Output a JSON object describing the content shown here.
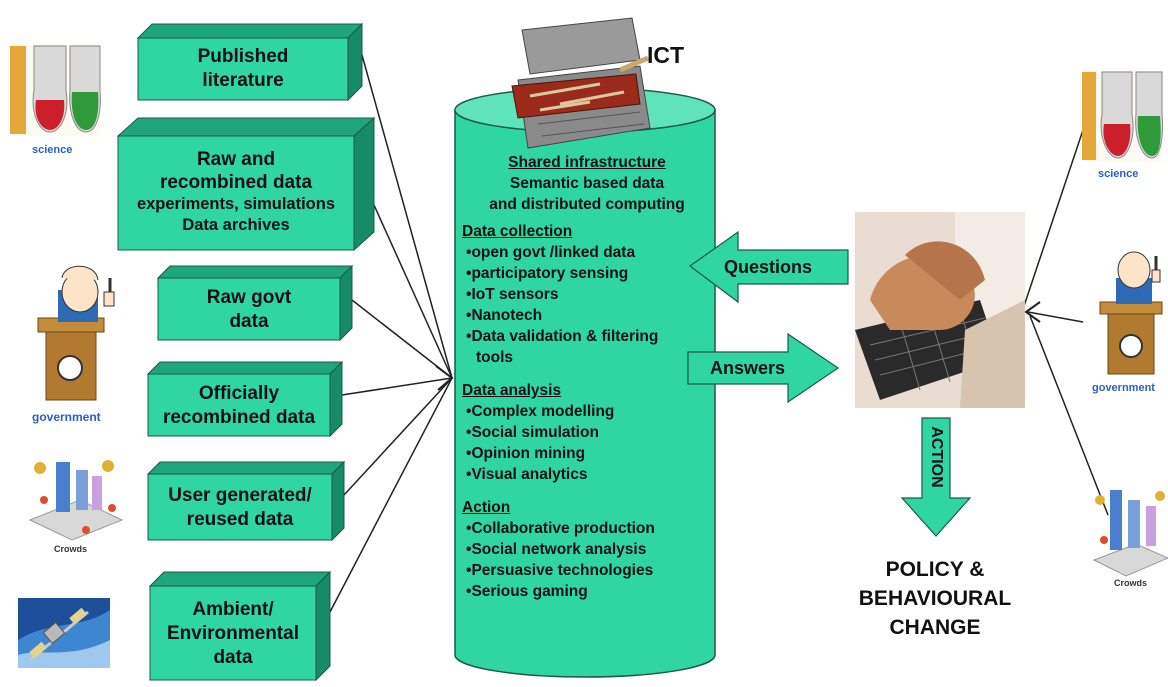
{
  "sources": [
    {
      "id": "published",
      "lines": [
        "Published",
        "literature"
      ]
    },
    {
      "id": "raw-recombined",
      "lines": [
        "Raw and",
        "recombined data",
        "experiments, simulations",
        "Data archives"
      ]
    },
    {
      "id": "raw-govt",
      "lines": [
        "Raw govt",
        "data"
      ]
    },
    {
      "id": "official",
      "lines": [
        "Officially",
        "recombined data"
      ]
    },
    {
      "id": "user-generated",
      "lines": [
        "User generated/",
        "reused data"
      ]
    },
    {
      "id": "ambient",
      "lines": [
        "Ambient/",
        "Environmental",
        "data"
      ]
    }
  ],
  "ict_label": "ICT",
  "cylinder": {
    "shared_title": "Shared infrastructure",
    "shared_lines": [
      "Semantic based data",
      "and distributed computing"
    ],
    "collection_title": "Data collection",
    "collection_items": [
      "open govt /linked data",
      "participatory sensing",
      "IoT sensors",
      "Nanotech",
      "Data validation & filtering",
      "tools"
    ],
    "analysis_title": "Data analysis",
    "analysis_items": [
      "Complex modelling",
      "Social simulation",
      "Opinion mining",
      "Visual analytics"
    ],
    "action_title": "Action",
    "action_items": [
      "Collaborative production",
      "Social network analysis",
      "Persuasive technologies",
      "Serious gaming"
    ]
  },
  "arrows": {
    "questions": "Questions",
    "answers": "Answers",
    "action": "ACTION"
  },
  "outcome_lines": [
    "POLICY &",
    "BEHAVIOURAL",
    "CHANGE"
  ],
  "icon_labels": {
    "science": "science",
    "government": "government",
    "crowds": "Crowds"
  },
  "colors": {
    "box_front": "#2fd6a2",
    "box_top": "#1fa57c",
    "box_side": "#178a66",
    "cylinder": "#2fd6a2",
    "arrow": "#2fd6a2",
    "label_blue": "#2b5fbf"
  }
}
